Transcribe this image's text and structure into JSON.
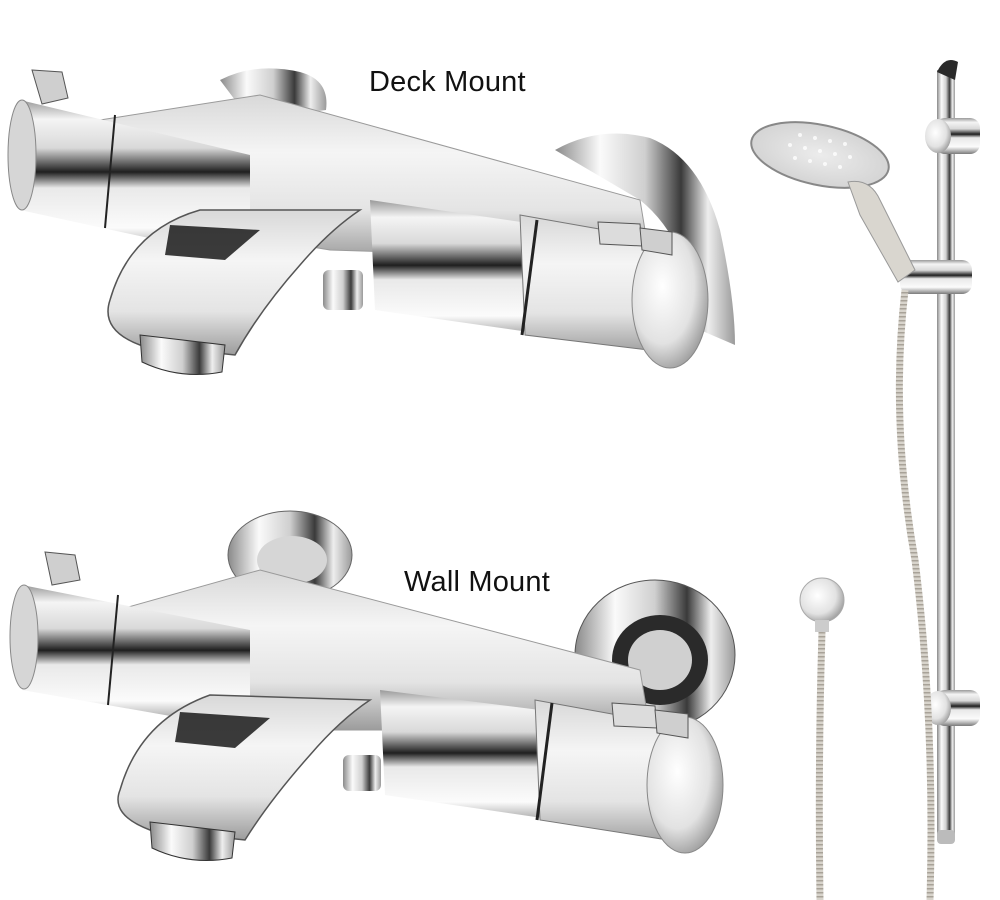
{
  "image": {
    "description": "Chrome thermostatic bath shower mixer product photo with deck and wall mount variants plus shower riser rail kit",
    "background": "#ffffff"
  },
  "labels": {
    "deck_mount": "Deck Mount",
    "wall_mount": "Wall Mount"
  },
  "products": [
    {
      "name": "deck-mount-bath-shower-mixer",
      "caption": "Deck Mount"
    },
    {
      "name": "wall-mount-bath-shower-mixer",
      "caption": "Wall Mount"
    },
    {
      "name": "shower-riser-rail-kit",
      "parts": [
        "shower-handset",
        "riser-rail",
        "sliding-bracket",
        "wall-outlet-elbow",
        "flexible-hose"
      ]
    }
  ],
  "colors": {
    "chrome_light": "#f2f2f2",
    "chrome_mid": "#c8c8c8",
    "chrome_dark": "#2a2a2a",
    "text": "#111111"
  }
}
